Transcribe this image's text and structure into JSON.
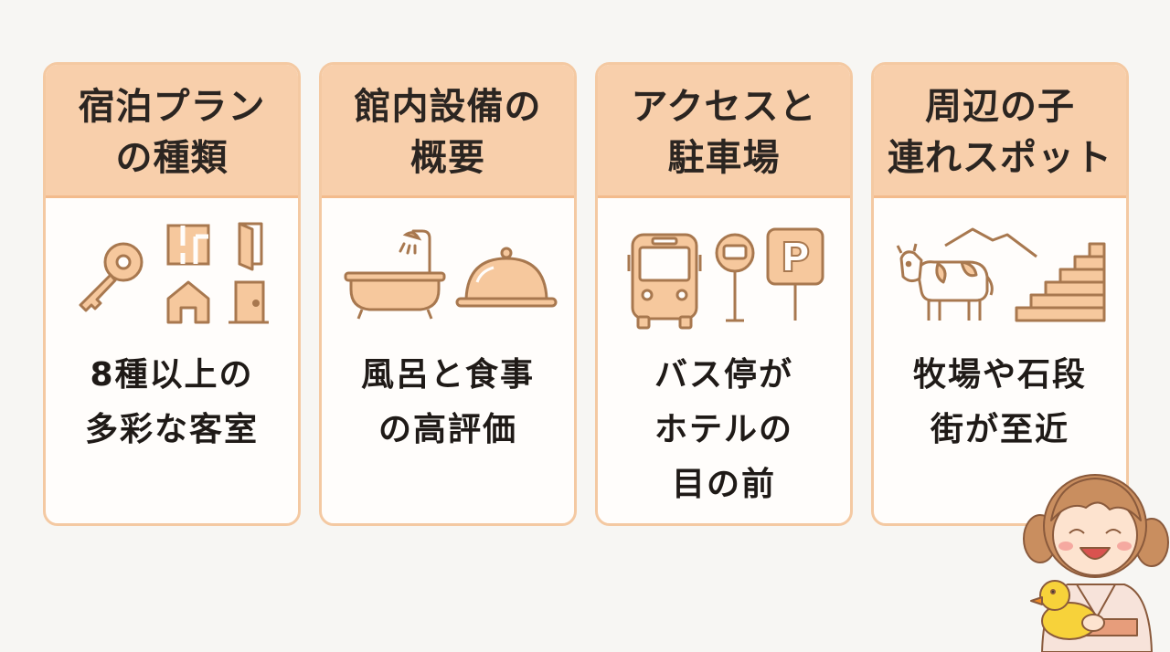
{
  "cards": [
    {
      "title_lines": [
        "宿泊プラン",
        "の種類"
      ],
      "body_lines": [
        "8種以上の",
        "多彩な客室"
      ]
    },
    {
      "title_lines": [
        "館内設備の",
        "概要"
      ],
      "body_lines": [
        "風呂と食事",
        "の高評価"
      ]
    },
    {
      "title_lines": [
        "アクセスと",
        "駐車場"
      ],
      "body_lines": [
        "バス停が",
        "ホテルの",
        "目の前"
      ]
    },
    {
      "title_lines": [
        "周辺の子",
        "連れスポット"
      ],
      "body_lines": [
        "牧場や石段",
        "街が至近"
      ]
    }
  ],
  "icons": {
    "card1": [
      "key-icon",
      "floor-plan-icon",
      "open-door-icon",
      "house-icon",
      "closed-door-icon"
    ],
    "card2": [
      "bathtub-icon",
      "shower-icon",
      "food-cloche-icon"
    ],
    "card3": [
      "bus-icon",
      "bus-stop-sign-icon",
      "parking-sign-icon"
    ],
    "card4": [
      "mountain-icon",
      "cow-icon",
      "stone-steps-icon"
    ]
  },
  "parking_letter": "P",
  "colors": {
    "header_bg": "#f8cfab",
    "card_border": "#f4c9a2",
    "icon_stroke": "#a8784f",
    "icon_fill": "#f6c89d",
    "text": "#1f1a17"
  }
}
